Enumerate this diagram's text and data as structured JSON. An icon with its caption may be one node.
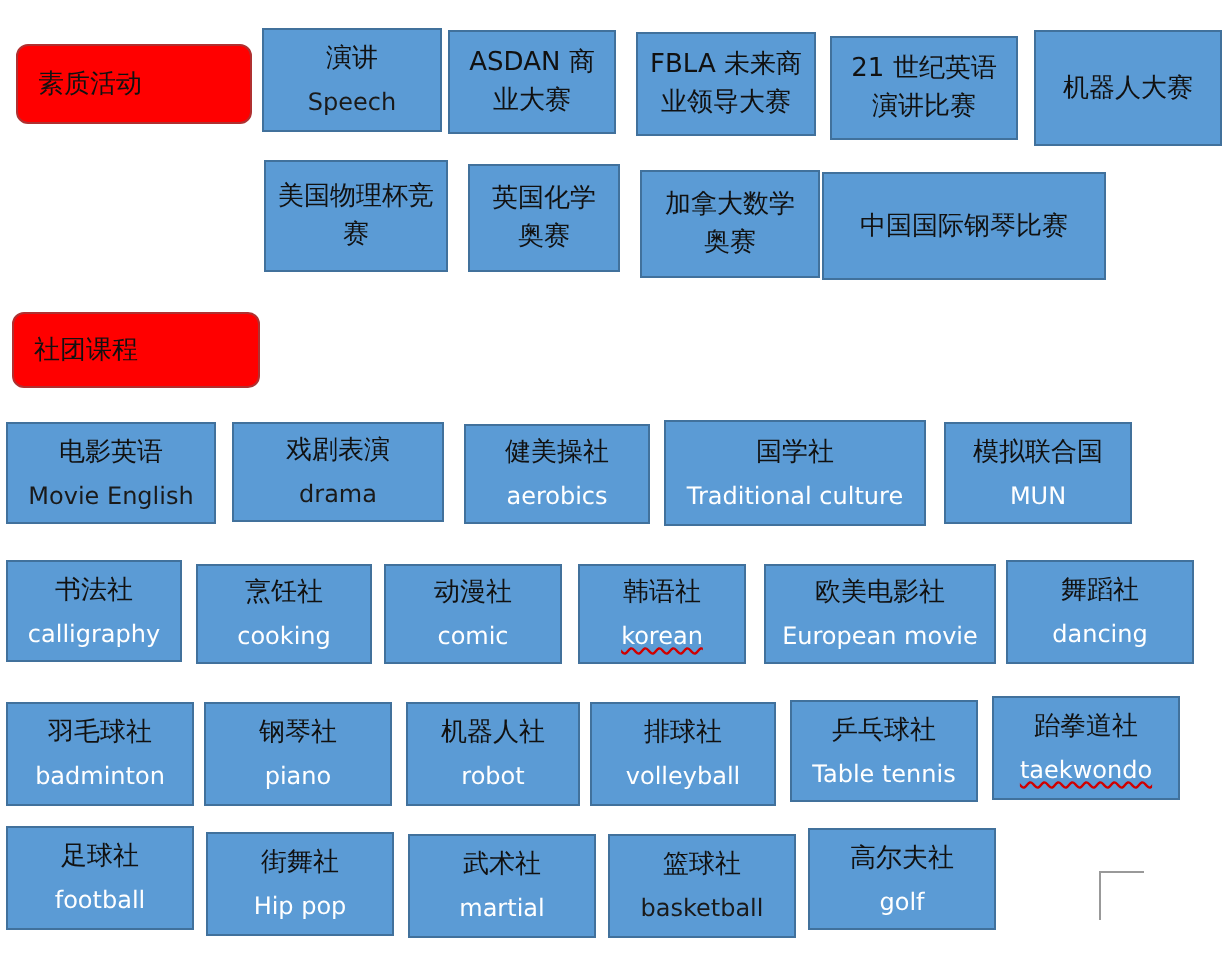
{
  "diagram": {
    "nodes": [
      {
        "text": [
          "素质活动"
        ]
      },
      {
        "text": [
          "演讲",
          "Speech"
        ]
      },
      {
        "text": [
          "ASDAN 商业大赛"
        ]
      },
      {
        "text": [
          "FBLA 未来商业领导大赛"
        ]
      },
      {
        "text": [
          "21 世纪英语演讲比赛"
        ]
      },
      {
        "text": [
          "机器人大赛"
        ]
      },
      {
        "text": [
          "美国物理杯竞赛"
        ]
      },
      {
        "text": [
          "英国化学奥赛"
        ]
      },
      {
        "text": [
          "加拿大数学奥赛"
        ]
      },
      {
        "text": [
          "中国国际钢琴比赛"
        ]
      },
      {
        "text": [
          "社团课程"
        ]
      },
      {
        "text": [
          "电影英语",
          "Movie English"
        ]
      },
      {
        "text": [
          "戏剧表演",
          "drama"
        ]
      },
      {
        "text": [
          "健美操社",
          "aerobics"
        ]
      },
      {
        "text": [
          "国学社",
          "Traditional culture"
        ]
      },
      {
        "text": [
          "模拟联合国",
          "MUN"
        ]
      },
      {
        "text": [
          "书法社",
          "calligraphy"
        ]
      },
      {
        "text": [
          "烹饪社",
          "cooking"
        ]
      },
      {
        "text": [
          "动漫社",
          "comic"
        ]
      },
      {
        "text": [
          "韩语社",
          "korean"
        ]
      },
      {
        "text": [
          "欧美电影社",
          "European movie"
        ]
      },
      {
        "text": [
          "舞蹈社",
          "dancing"
        ]
      },
      {
        "text": [
          "羽毛球社",
          "badminton"
        ]
      },
      {
        "text": [
          "钢琴社",
          "piano"
        ]
      },
      {
        "text": [
          "机器人社",
          "robot"
        ]
      },
      {
        "text": [
          "排球社",
          "volleyball"
        ]
      },
      {
        "text": [
          "乒乓球社",
          "Table tennis"
        ]
      },
      {
        "text": [
          "跆拳道社",
          "taekwondo"
        ]
      },
      {
        "text": [
          "足球社",
          "football"
        ]
      },
      {
        "text": [
          "街舞社",
          "Hip pop"
        ]
      },
      {
        "text": [
          "武术社",
          "martial"
        ]
      },
      {
        "text": [
          "篮球社",
          "basketball"
        ]
      },
      {
        "text": [
          "高尔夫社",
          "golf"
        ]
      }
    ]
  }
}
